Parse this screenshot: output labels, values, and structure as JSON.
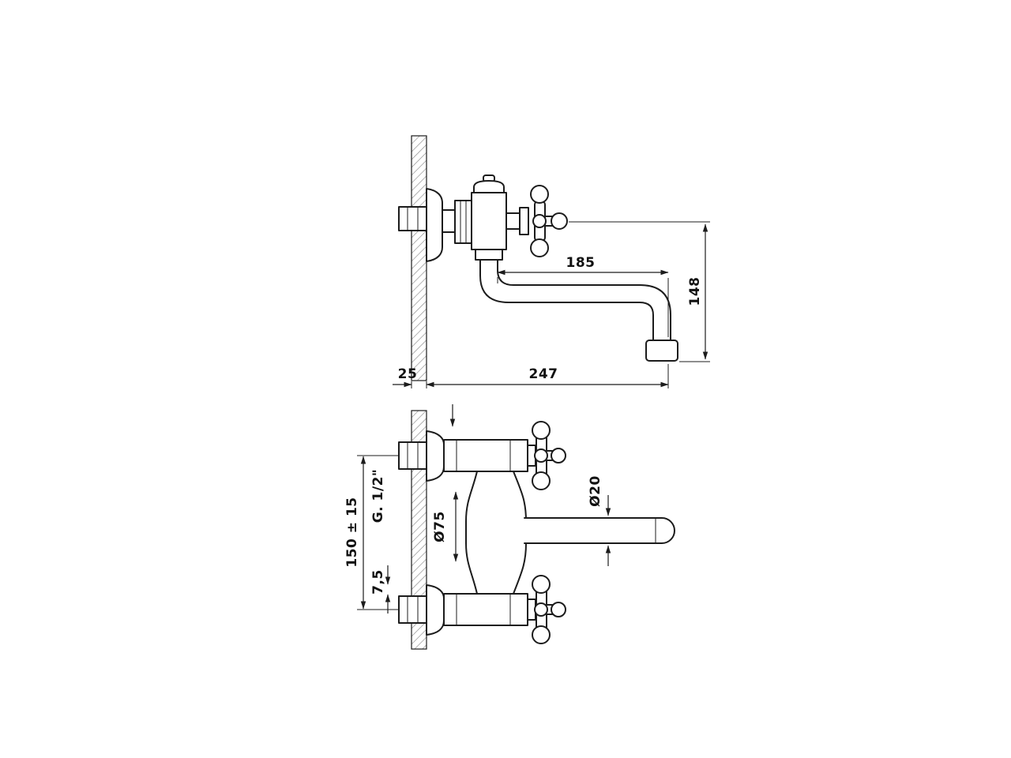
{
  "colors": {
    "ink": "#1c1c1c",
    "paper": "#ffffff",
    "hatch": "#8a8a8a"
  },
  "views": {
    "side": {
      "dims": {
        "reach": "185",
        "drop": "148",
        "wall": "25",
        "total": "247"
      }
    },
    "front": {
      "dims": {
        "thread": "G. 1/2\"",
        "spacing": "150 ± 15",
        "offset": "7,5",
        "flange": "Ø75",
        "spout": "Ø20"
      }
    }
  }
}
